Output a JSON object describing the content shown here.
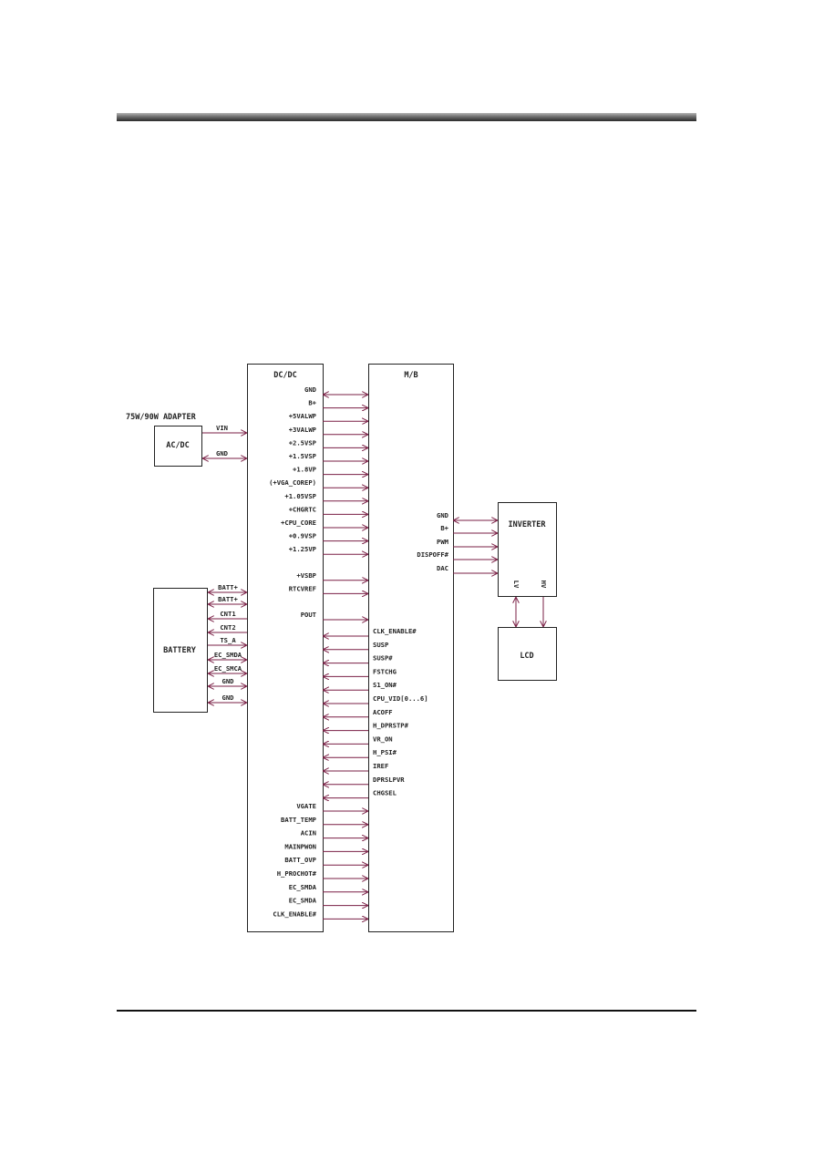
{
  "blocks": {
    "dcdc": "DC/DC",
    "mb": "M/B",
    "acdc": "AC/DC",
    "battery": "BATTERY",
    "inverter": "INVERTER",
    "lcd": "LCD",
    "adapter": "75W/90W ADAPTER"
  },
  "adapter_signals": [
    {
      "label": "VIN",
      "dir": "right"
    },
    {
      "label": "GND",
      "dir": "both"
    }
  ],
  "battery_signals": [
    {
      "label": "BATT+",
      "dir": "both"
    },
    {
      "label": "BATT+",
      "dir": "both"
    },
    {
      "label": "CNT1",
      "dir": "left"
    },
    {
      "label": "CNT2",
      "dir": "left"
    },
    {
      "label": "TS_A",
      "dir": "right"
    },
    {
      "label": "EC_SMDA",
      "dir": "both"
    },
    {
      "label": "EC_SMCA",
      "dir": "both"
    },
    {
      "label": "GND",
      "dir": "both"
    },
    {
      "label": "GND",
      "dir": "both"
    }
  ],
  "dcdc_to_mb": [
    {
      "label": "GND",
      "dir": "both"
    },
    {
      "label": "B+",
      "dir": "right"
    },
    {
      "label": "+5VALWP",
      "dir": "right"
    },
    {
      "label": "+3VALWP",
      "dir": "right"
    },
    {
      "label": "+2.5VSP",
      "dir": "right"
    },
    {
      "label": "+1.5VSP",
      "dir": "right"
    },
    {
      "label": "+1.8VP",
      "dir": "right"
    },
    {
      "label": "(+VGA_COREP)",
      "dir": "right"
    },
    {
      "label": "+1.05VSP",
      "dir": "right"
    },
    {
      "label": "+CHGRTC",
      "dir": "right"
    },
    {
      "label": "+CPU_CORE",
      "dir": "right"
    },
    {
      "label": "+0.9VSP",
      "dir": "right"
    },
    {
      "label": "+1.25VP",
      "dir": "right"
    },
    {
      "label": "+VSBP",
      "dir": "right",
      "gap": 1
    },
    {
      "label": "RTCVREF",
      "dir": "right"
    },
    {
      "label": "POUT",
      "dir": "right",
      "gap": 1
    }
  ],
  "mb_to_dcdc": [
    "CLK_ENABLE#",
    "SUSP",
    "SUSP#",
    "FSTCHG",
    "S1_ON#",
    "CPU_VID[0...6]",
    "ACOFF",
    "H_DPRSTP#",
    "VR_ON",
    "H_PSI#",
    "IREF",
    "DPRSLPVR",
    "CHGSEL"
  ],
  "dcdc_bottom": [
    "VGATE",
    "BATT_TEMP",
    "ACIN",
    "MAINPWON",
    "BATT_OVP",
    "H_PROCHOT#",
    "EC_SMDA",
    "EC_SMDA",
    "CLK_ENABLE#"
  ],
  "mb_to_inverter": [
    {
      "label": "GND",
      "dir": "both"
    },
    {
      "label": "B+",
      "dir": "right"
    },
    {
      "label": "PWM",
      "dir": "right"
    },
    {
      "label": "DISPOFF#",
      "dir": "right"
    },
    {
      "label": "DAC",
      "dir": "right"
    }
  ],
  "inverter_lcd": [
    {
      "label": "LV",
      "dir": "both"
    },
    {
      "label": "HV",
      "dir": "down"
    }
  ],
  "colors": {
    "signal": "#7a1f45",
    "box": "#222222"
  }
}
